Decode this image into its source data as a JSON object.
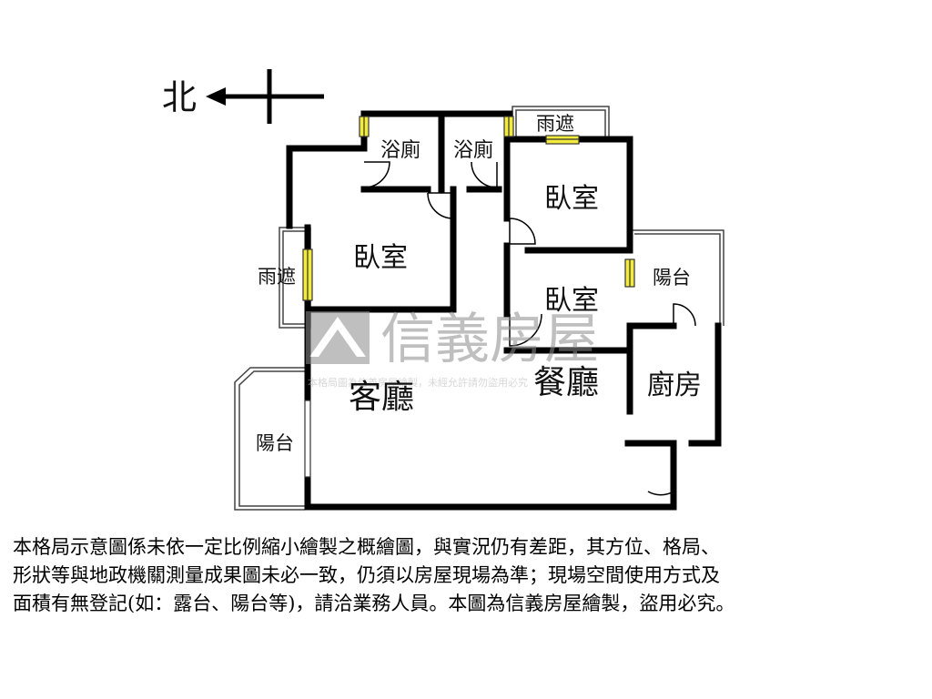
{
  "compass": {
    "label": "北"
  },
  "rooms": {
    "bath_1": "浴廁",
    "bath_2": "浴廁",
    "canopy_top": "雨遮",
    "bedroom_ne": "臥室",
    "bedroom_main": "臥室",
    "bedroom_mid": "臥室",
    "canopy_left": "雨遮",
    "balcony_right": "陽台",
    "living_room": "客廳",
    "dining_room": "餐廳",
    "kitchen": "廚房",
    "balcony_left": "陽台"
  },
  "watermark": {
    "brand": "信義房屋",
    "fine_print": "本格局圖為信義房屋繪製，未經允許請勿盜用必究"
  },
  "disclaimer": [
    "本格局示意圖係未依一定比例縮小繪製之概繪圖，與實況仍有差距，其方位、格局、",
    "形狀等與地政機關測量成果圖未必一致，仍須以房屋現場為準；現場空間使用方式及",
    "面積有無登記(如：露台、陽台等)，請洽業務人員。本圖為信義房屋繪製，盜用必究。"
  ],
  "colors": {
    "wall": "#000000",
    "window": "#f2ea3c",
    "watermark": "#8c8c8c"
  }
}
